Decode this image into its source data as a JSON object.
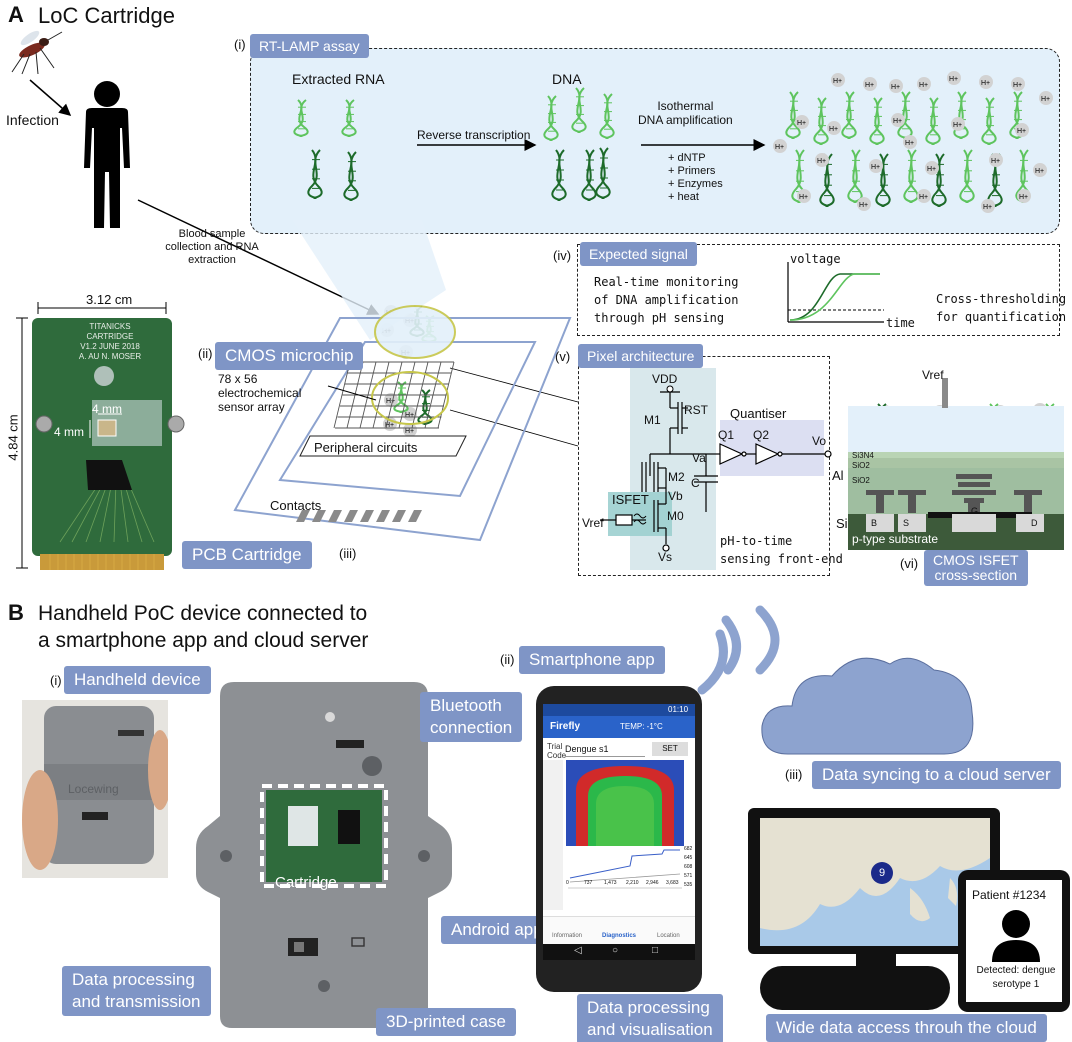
{
  "panel_a": {
    "letter": "A",
    "title": "LoC Cartridge",
    "infection": "Infection",
    "blood": [
      "Blood sample",
      "collection and RNA",
      "extraction"
    ],
    "rtlamp": {
      "roman": "(i)",
      "pill": "RT-LAMP assay",
      "extracted_rna": "Extracted RNA",
      "dna": "DNA",
      "reverse_transcription": "Reverse transcription",
      "isothermal": [
        "Isothermal",
        "DNA amplification"
      ],
      "reagents": [
        "+ dNTP",
        "+ Primers",
        "+ Enzymes",
        "+ heat"
      ],
      "ion": "H+"
    },
    "signal": {
      "roman": "(iv)",
      "pill": "Expected signal",
      "left_text": [
        "Real-time monitoring",
        "of DNA amplification",
        "through pH sensing"
      ],
      "voltage": "voltage",
      "time": "time",
      "right_text": [
        "Cross-thresholding",
        "for quantification"
      ]
    },
    "pcb": {
      "width": "3.12 cm",
      "height": "4.84 cm",
      "label_4mm_h": "4 mm",
      "label_4mm_v": "4 mm",
      "silkscreen": [
        "TITANICKS",
        "CARTRIDGE",
        "V1.2     JUNE 2018",
        "A. AU     N. MOSER"
      ],
      "pill": "PCB Cartridge",
      "roman": "(iii)"
    },
    "cmos": {
      "roman": "(ii)",
      "pill": "CMOS microchip",
      "array": [
        "78 x 56",
        "electrochemical",
        "sensor array"
      ],
      "peripheral": "Peripheral circuits",
      "contacts": "Contacts"
    },
    "pixel": {
      "roman": "(v)",
      "pill": "Pixel architecture",
      "vdd": "VDD",
      "rst": "RST",
      "m1": "M1",
      "m2": "M2",
      "m0": "M0",
      "va": "Va",
      "vb": "Vb",
      "vs": "Vs",
      "vref": "Vref",
      "vo": "Vo",
      "c": "C",
      "q1": "Q1",
      "q2": "Q2",
      "quantiser": "Quantiser",
      "isfet": "ISFET",
      "front_end": [
        "pH-to-time",
        "sensing front-end"
      ]
    },
    "cross": {
      "roman": "(vi)",
      "pill": [
        "CMOS ISFET",
        "cross-section"
      ],
      "vref": "Vref",
      "al": "Al",
      "si": "Si",
      "si3n4": "Si3N4",
      "sio2a": "SiO2",
      "sio2b": "SiO2",
      "terminals": [
        "B",
        "S",
        "G",
        "D"
      ],
      "substrate": "p-type substrate"
    }
  },
  "panel_b": {
    "letter": "B",
    "title": [
      "Handheld PoC device connected to",
      "a smartphone app and cloud server"
    ],
    "handheld": {
      "roman": "(i)",
      "pill": "Handheld device",
      "logo": "Locewing"
    },
    "smartphone": {
      "roman": "(ii)",
      "pill": "Smartphone app"
    },
    "cloud": {
      "roman": "(iii)",
      "pill": "Data syncing to a cloud server"
    },
    "bluetooth": [
      "Bluetooth",
      "connection"
    ],
    "cartridge": "Cartridge",
    "android": "Android app",
    "data_proc": [
      "Data processing",
      "and transmission"
    ],
    "case_3d": "3D-printed case",
    "data_vis": [
      "Data processing",
      "and visualisation"
    ],
    "wide": "Wide data access throuh the cloud",
    "phone": {
      "app_name": "Firefly",
      "temp": "TEMP: -1°C",
      "time": "01:10",
      "trial_code": [
        "Trial",
        "Code"
      ],
      "trial_value": "Dengue s1",
      "set": "SET",
      "x_ticks": [
        "0",
        "737",
        "1,473",
        "2,210",
        "2,946",
        "3,683"
      ],
      "y_ticks": [
        "682",
        "645",
        "608",
        "571",
        "535"
      ],
      "tabs": [
        "Information",
        "Diagnostics",
        "Location"
      ]
    },
    "map_badge": "9",
    "patient": {
      "title": "Patient #1234",
      "result": [
        "Detected: dengue",
        "serotype 1"
      ]
    }
  },
  "colors": {
    "pill": "#7f95c6",
    "dna_light": "#5ec45e",
    "dna_dark": "#1d6b2a",
    "pcb_green": "#2f6b3c",
    "device_grey": "#8a8d91",
    "cloud": "#8da3cf",
    "assay_bg": "#e3f0fa"
  }
}
